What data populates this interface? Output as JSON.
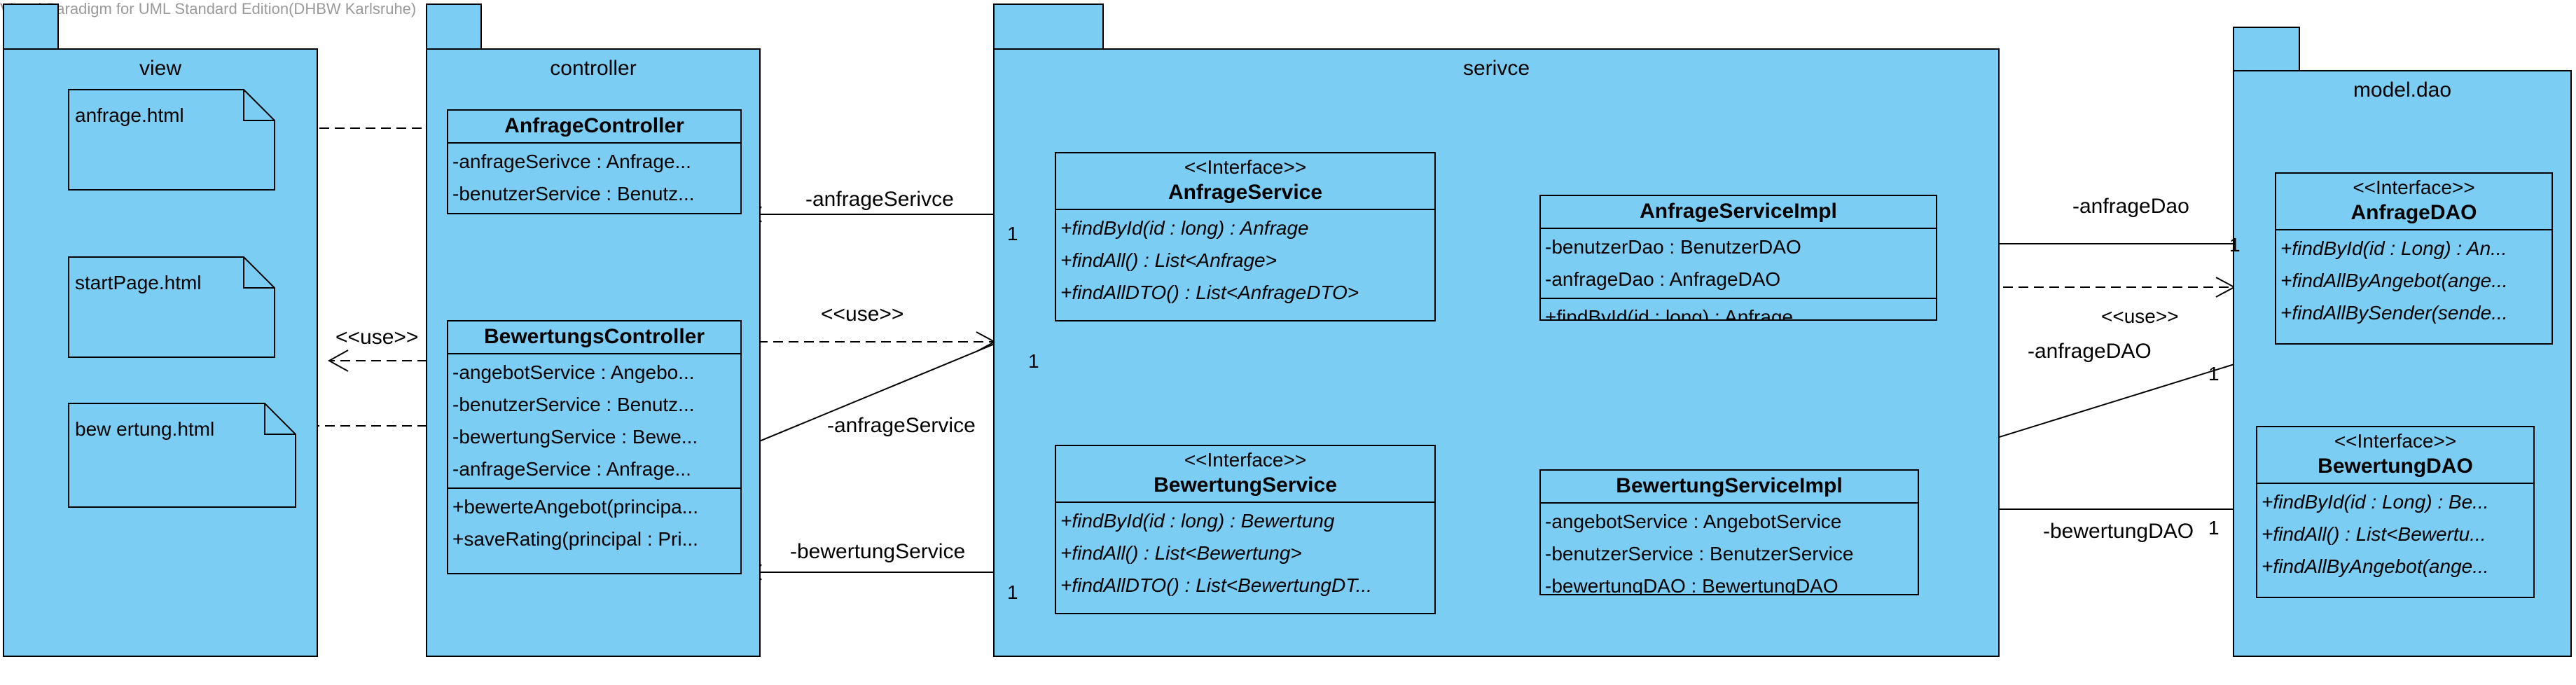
{
  "watermark": "Visual Paradigm for UML Standard Edition(DHBW Karlsruhe)",
  "packages": {
    "view": "view",
    "controller": "controller",
    "service": "serivce",
    "dao": "model.dao"
  },
  "files": [
    "anfrage.html",
    "startPage.html",
    "bew ertung.html"
  ],
  "classes": {
    "anfrageController": {
      "name": "AnfrageController",
      "attributes": [
        "-anfrageSerivce : Anfrage...",
        "-benutzerService : Benutz..."
      ]
    },
    "bewertungsController": {
      "name": "BewertungsController",
      "attributes": [
        "-angebotService : Angebo...",
        "-benutzerService : Benutz...",
        "-bewertungService : Bewe...",
        "-anfrageService : Anfrage..."
      ],
      "operations": [
        "+bewerteAngebot(principa...",
        "+saveRating(principal : Pri..."
      ]
    },
    "anfrageService": {
      "stereotype": "<<Interface>>",
      "name": "AnfrageService",
      "operations": [
        "+findById(id : long) : Anfrage",
        "+findAll() : List<Anfrage>",
        "+findAllDTO() : List<AnfrageDTO>"
      ]
    },
    "bewertungService": {
      "stereotype": "<<Interface>>",
      "name": "BewertungService",
      "operations": [
        "+findById(id : long) : Bewertung",
        "+findAll() : List<Bewertung>",
        "+findAllDTO() : List<BewertungDT..."
      ]
    },
    "anfrageServiceImpl": {
      "name": "AnfrageServiceImpl",
      "attributes": [
        "-benutzerDao : BenutzerDAO",
        "-anfrageDao : AnfrageDAO"
      ],
      "operations": [
        "+findById(id : long) : Anfrage"
      ]
    },
    "bewertungServiceImpl": {
      "name": "BewertungServiceImpl",
      "attributes": [
        "-angebotService : AngebotService",
        "-benutzerService : BenutzerService",
        "-bewertungDAO : BewertungDAO"
      ]
    },
    "anfrageDAO": {
      "stereotype": "<<Interface>>",
      "name": "AnfrageDAO",
      "operations": [
        "+findById(id : Long) : An...",
        "+findAllByAngebot(ange...",
        "+findAllBySender(sende..."
      ]
    },
    "bewertungDAO": {
      "stereotype": "<<Interface>>",
      "name": "BewertungDAO",
      "operations": [
        "+findById(id : Long) : Be...",
        "+findAll() : List<Bewertu...",
        "+findAllByAngebot(ange..."
      ]
    }
  },
  "edge_labels": {
    "anfrageSerivce": "-anfrageSerivce",
    "use1": "<<use>>",
    "anfrageService": "-anfrageService",
    "bewertungService": "-bewertungService",
    "use_view": "<<use>>",
    "anfrageDao": "-anfrageDao",
    "use2": "<<use>>",
    "anfrageDAO": "-anfrageDAO",
    "bewertungDAO": "-bewertungDAO"
  },
  "multiplicities": {
    "m1": "1",
    "m2": "1",
    "m3": "1",
    "m4": "1",
    "m5": "1",
    "m6": "1"
  },
  "colors": {
    "package_fill": "#7ccdf4",
    "class_fill": "#7ccdf4",
    "line": "#000000"
  }
}
